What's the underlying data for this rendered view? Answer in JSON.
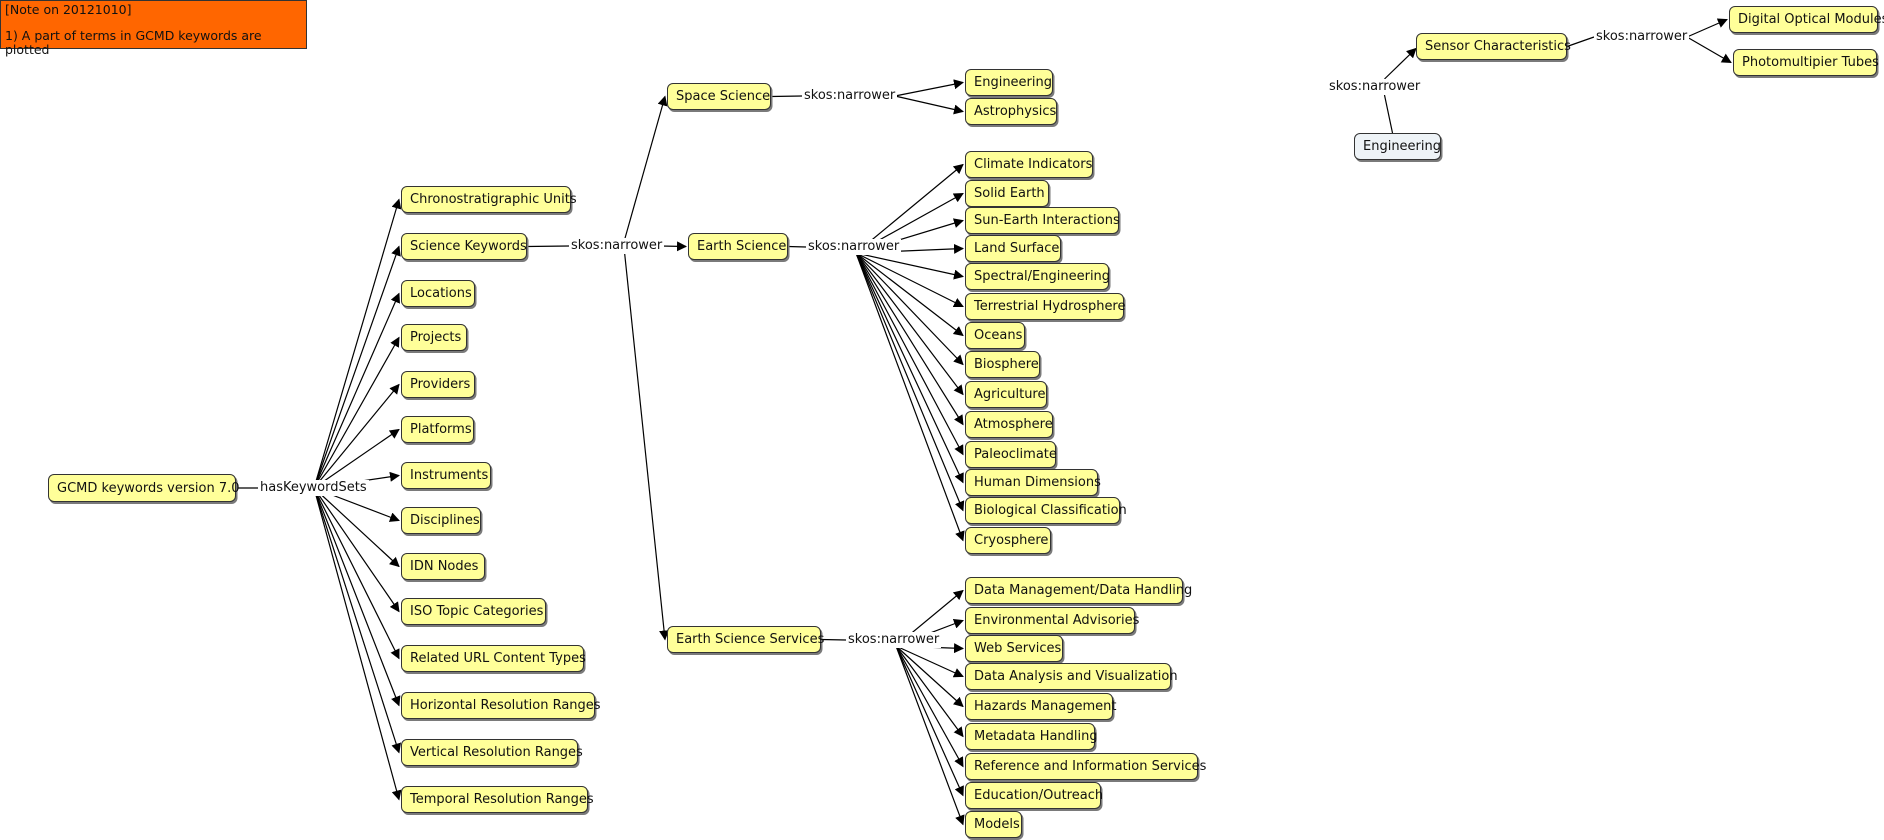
{
  "note": {
    "line1": "[Note on 20121010]",
    "line2": "1) A part of terms in GCMD keywords are plotted"
  },
  "root": "GCMD keywords version 7.0",
  "relations": {
    "has_keyword_sets": "hasKeywordSets",
    "narrower": "skos:narrower"
  },
  "keyword_sets": [
    "Chronostratigraphic Units",
    "Science Keywords",
    "Locations",
    "Projects",
    "Providers",
    "Platforms",
    "Instruments",
    "Disciplines",
    "IDN Nodes",
    "ISO Topic Categories",
    "Related URL Content Types",
    "Horizontal Resolution Ranges",
    "Vertical Resolution Ranges",
    "Temporal Resolution Ranges"
  ],
  "science_categories": [
    "Space Science",
    "Earth Science",
    "Earth Science Services"
  ],
  "space_science_topics": [
    "Engineering",
    "Astrophysics"
  ],
  "earth_science_topics": [
    "Climate Indicators",
    "Solid Earth",
    "Sun-Earth Interactions",
    "Land Surface",
    "Spectral/Engineering",
    "Terrestrial Hydrosphere",
    "Oceans",
    "Biosphere",
    "Agriculture",
    "Atmosphere",
    "Paleoclimate",
    "Human Dimensions",
    "Biological Classification",
    "Cryosphere"
  ],
  "earth_science_services_topics": [
    "Data Management/Data Handling",
    "Environmental Advisories",
    "Web Services",
    "Data Analysis and Visualization",
    "Hazards Management",
    "Metadata Handling",
    "Reference and Information Services",
    "Education/Outreach",
    "Models"
  ],
  "engineering_branch": {
    "root": "Engineering",
    "term": "Sensor Characteristics",
    "children": [
      "Digital Optical Modules",
      "Photomultipier Tubes"
    ]
  }
}
